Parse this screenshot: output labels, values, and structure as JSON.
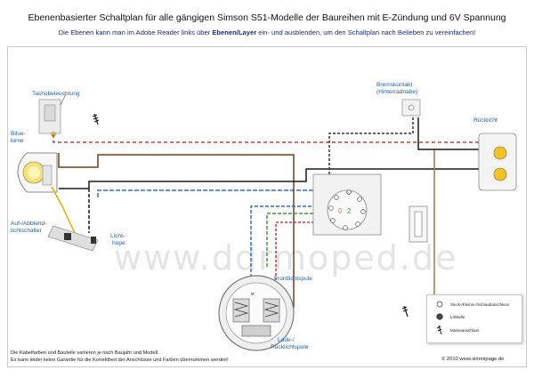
{
  "header": {
    "title": "Ebenenbasierter Schaltplan für alle gängigen Simson S51-Modelle der Baureihen mit E-Zündung und 6V Spannung",
    "subtitle_pre": "Die Ebenen kann man im Adobe Reader links über ",
    "subtitle_bold": "Ebenen/Layer",
    "subtitle_post": " ein- und ausblenden, um den Schaltplan nach Belieben zu vereinfachen!"
  },
  "labels": {
    "tachobeleuchtung": "Tachobeleuchtung",
    "bilux_1": "Bilux-",
    "bilux_2": "birne",
    "abblend_1": "Auf-/Abblend-",
    "abblend_2": "lichtschalter",
    "licht_1": "Licht-",
    "licht_2": "hupe",
    "brems_1": "Bremskontakt",
    "brems_2": "(Hinterradnabe)",
    "ruecklicht": "Rücklicht",
    "frontlicht": "Frontlichtspule",
    "lade_1": "Lade-/",
    "lade_2": "Rücklichtspule"
  },
  "watermark": "www.ddrmoped.de",
  "legend": {
    "items": [
      "Steck-/Klemm-/Schraubanschluss",
      "Lötstelle",
      "Masseanschluss"
    ]
  },
  "footer": {
    "note_1": "Die Kabelfarben und Bauteile variieren je nach Baujahr und Modell.",
    "note_2": "Es kann leider keine Garantie für die Korrektheit der Anschlüsse und Farben übernommen werden!",
    "copyright": "© 2010 www.simmipage.de"
  },
  "colors": {
    "label": "#1f5fa8",
    "wire_red": "#d23a3a",
    "wire_brown": "#7a3b12",
    "wire_blue": "#2c6fd0",
    "wire_black": "#1a1a1a",
    "wire_yellow": "#e0b400",
    "wire_green": "#3c9a3c"
  }
}
